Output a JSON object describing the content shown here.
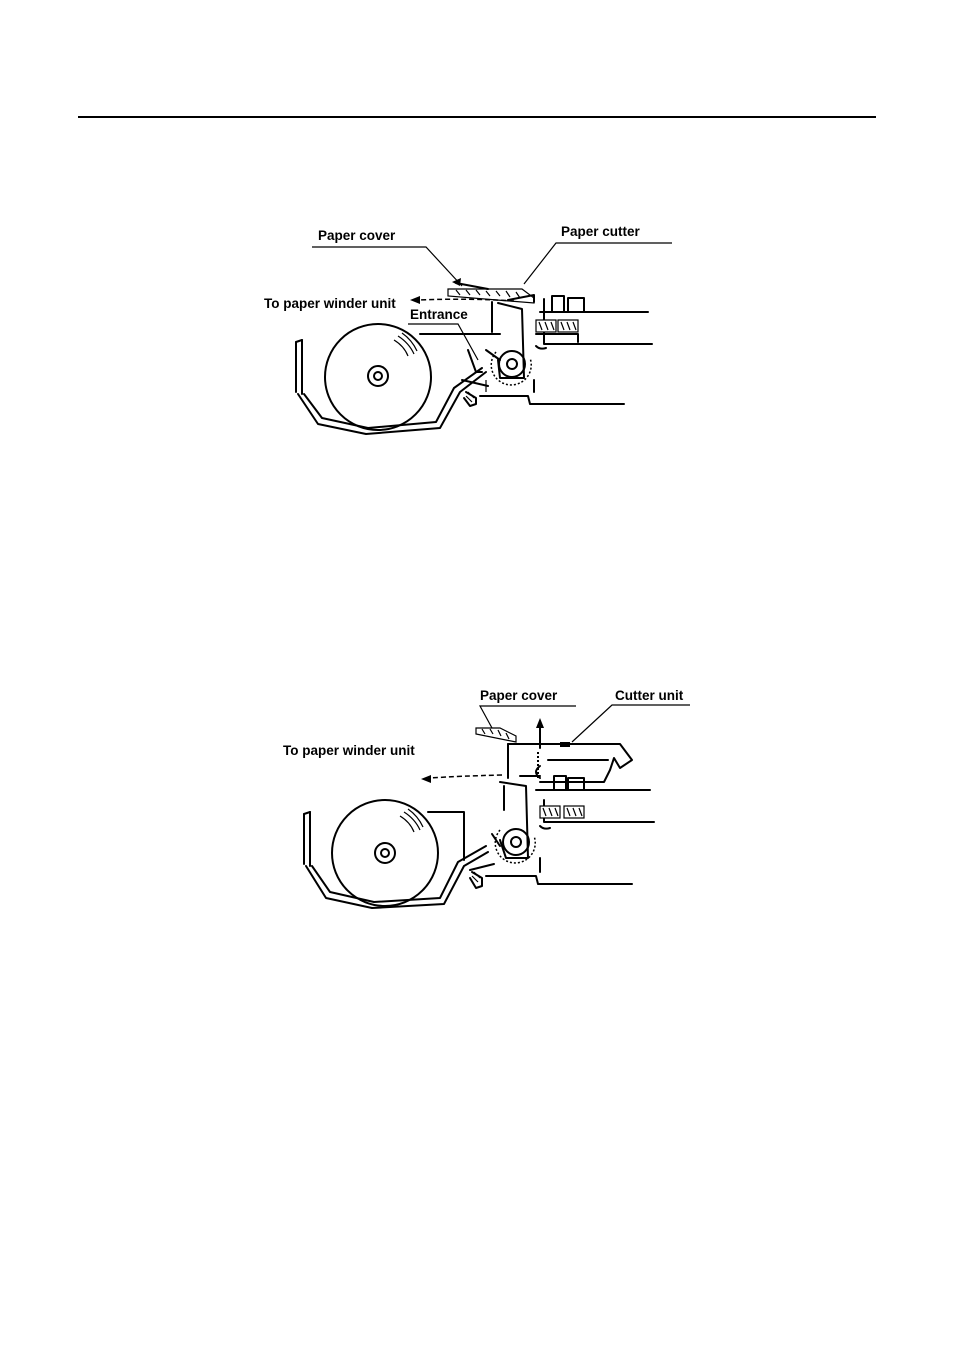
{
  "figure1": {
    "paper_cover_label": "Paper cover",
    "paper_cutter_label": "Paper cutter",
    "to_winder_label": "To paper winder unit",
    "entrance_label": "Entrance"
  },
  "figure2": {
    "paper_cover_label": "Paper cover",
    "cutter_unit_label": "Cutter unit",
    "to_winder_label": "To paper winder unit"
  }
}
